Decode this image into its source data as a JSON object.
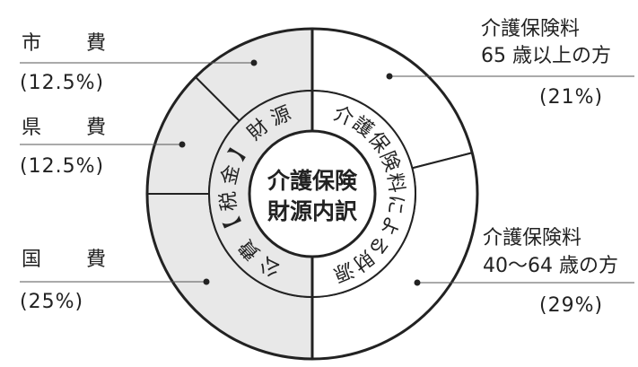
{
  "chart_data": {
    "type": "pie",
    "center_label": [
      "介護保険",
      "財源内訳"
    ],
    "groups": [
      {
        "label": "公費【税金】財源",
        "share": 50,
        "fill": "#e8e8e8"
      },
      {
        "label": "介護保険料による財源",
        "share": 50,
        "fill": "#ffffff"
      }
    ],
    "slices": [
      {
        "id": "city",
        "name": "市　費",
        "value": 12.5,
        "pct_label": "(12.5%)",
        "group": 0
      },
      {
        "id": "prefecture",
        "name": "県　費",
        "value": 12.5,
        "pct_label": "(12.5%)",
        "group": 0
      },
      {
        "id": "national",
        "name": "国　費",
        "value": 25,
        "pct_label": "(25%)",
        "group": 0
      },
      {
        "id": "premium65",
        "name": "介護保険料\n65 歳以上の方",
        "value": 21,
        "pct_label": "(21%)",
        "group": 1
      },
      {
        "id": "premium40",
        "name": "介護保険料\n40～64 歳の方",
        "value": 29,
        "pct_label": "(29%)",
        "group": 1
      }
    ],
    "colors": {
      "public": "#e8e8e8",
      "premium": "#ffffff",
      "stroke": "#222222"
    }
  },
  "labels": {
    "city_name": "市　費",
    "city_pct": "(12.5%)",
    "prefecture_name": "県　費",
    "prefecture_pct": "(12.5%)",
    "national_name": "国　費",
    "national_pct": "(25%)",
    "premium65_line1": "介護保険料",
    "premium65_line2": "65 歳以上の方",
    "premium65_pct": "(21%)",
    "premium40_line1": "介護保険料",
    "premium40_line2": "40～64 歳の方",
    "premium40_pct": "(29%)"
  }
}
